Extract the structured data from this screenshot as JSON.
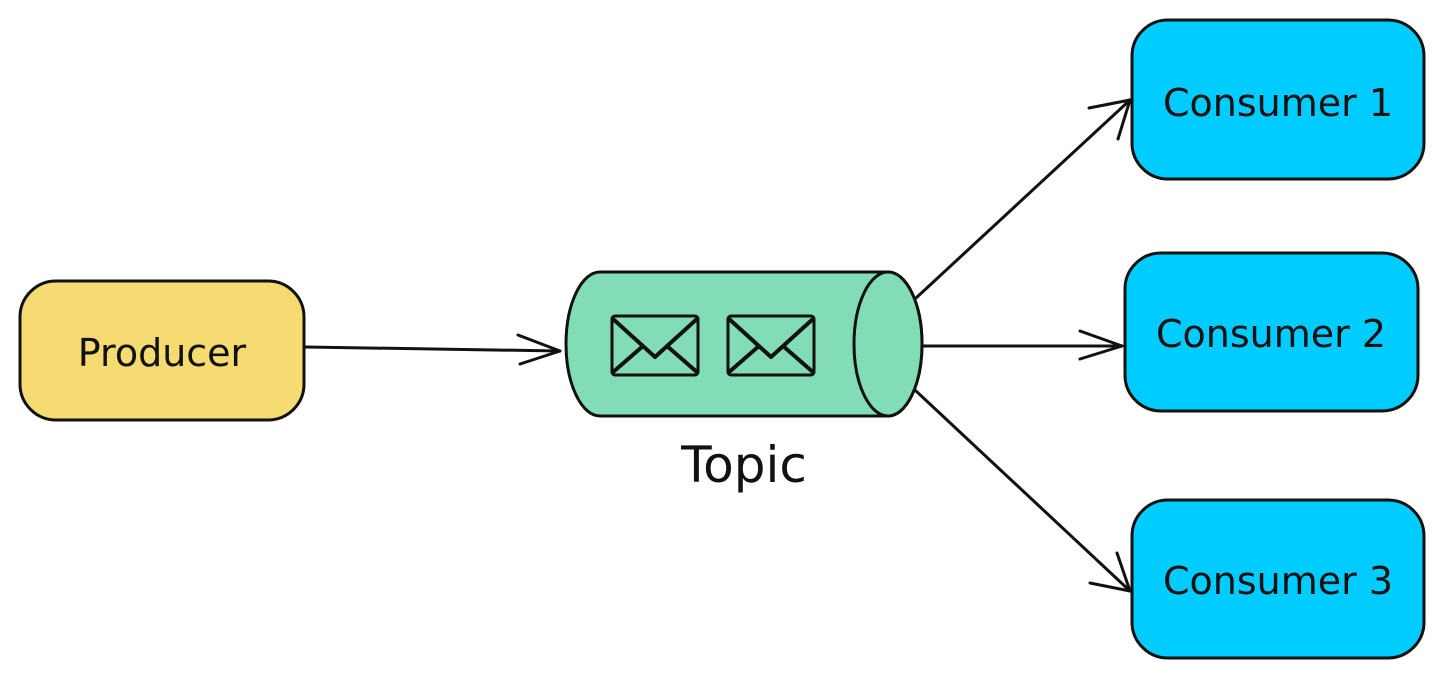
{
  "diagram": {
    "producer": {
      "label": "Producer"
    },
    "topic": {
      "label": "Topic"
    },
    "consumers": [
      {
        "label": "Consumer 1"
      },
      {
        "label": "Consumer 2"
      },
      {
        "label": "Consumer 3"
      }
    ]
  },
  "colors": {
    "producer_fill": "#F5DB72",
    "topic_fill": "#82DDB6",
    "consumer_fill": "#00CCFF",
    "stroke": "#111111"
  },
  "icons": [
    "envelope-icon",
    "envelope-icon"
  ]
}
